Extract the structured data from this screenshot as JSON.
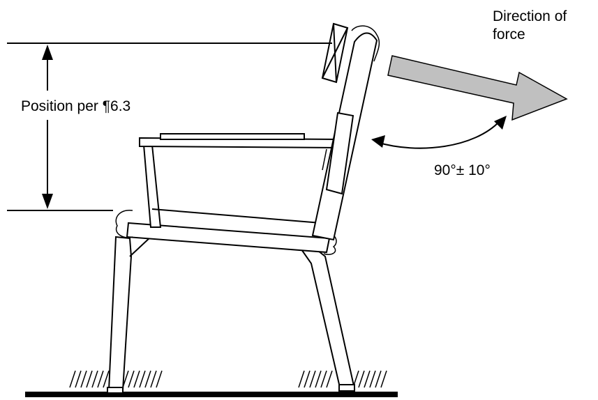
{
  "labels": {
    "direction_line1": "Direction of",
    "direction_line2": "force",
    "position": "Position per ¶6.3",
    "angle": "90°± 10°"
  },
  "colors": {
    "force_arrow_fill": "#c0c0c0",
    "ink": "#000000"
  }
}
